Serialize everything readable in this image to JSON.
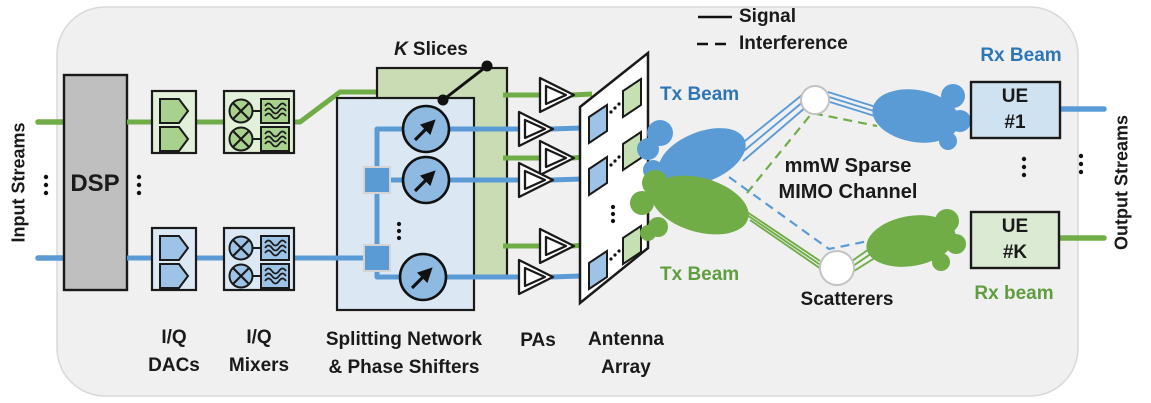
{
  "figure": {
    "legend": {
      "signal_label": "Signal",
      "interference_label": "Interference"
    },
    "left_chain": {
      "input_streams_label": "Input Streams",
      "dsp_label": "DSP",
      "iq_dacs_line1": "I/Q",
      "iq_dacs_line2": "DACs",
      "iq_mixers_line1": "I/Q",
      "iq_mixers_line2": "Mixers"
    },
    "transmitter": {
      "k_slices_k": "K",
      "k_slices_suffix": "Slices",
      "splitting_line1": "Splitting Network",
      "splitting_line2": "& Phase Shifters",
      "pas_label": "PAs",
      "antenna_line1": "Antenna",
      "antenna_line2": "Array",
      "tx_beam_top_label": "Tx Beam",
      "tx_beam_bottom_label": "Tx Beam"
    },
    "channel": {
      "name_line1": "mmW Sparse",
      "name_line2": "MIMO Channel",
      "scatterers_label": "Scatterers"
    },
    "receiver": {
      "rx_beam_top_label": "Rx Beam",
      "rx_beam_bottom_label": "Rx beam",
      "ue1_line1": "UE",
      "ue1_line2": "#1",
      "uek_line1": "UE",
      "uek_line2": "#K",
      "output_streams_label": "Output Streams"
    },
    "icons": {
      "dac": "pentagon-right-icon",
      "mixer": "circle-x-icon",
      "filter": "wavy-lines-icon",
      "phase_shifter": "circle-arrow-icon",
      "pa": "triangle-right-icon",
      "slice_switch": "switch-line-dots-icon",
      "scatterer": "white-circle-icon"
    },
    "colors": {
      "green_line": "#70AD47",
      "blue_line": "#5B9BD5",
      "green_light_fill": "#E2EFD9",
      "green_mid_fill": "#A9D18E",
      "green_slice_fill": "#C9DCB4",
      "green_element_fill": "#C6E0B4",
      "blue_light_fill": "#DCE9F5",
      "blue_mid_fill": "#9DC3E6",
      "phase_shifter_fill": "#8EB9E0",
      "dsp_gray": "#BFBFBF",
      "ue1_fill": "#CFE2F2",
      "uek_fill": "#DAEAD3",
      "text_blue": "#2E75B6",
      "text_green": "#5F9E3E",
      "container_fill": "#F0F0F1",
      "container_border": "#D9D9DC"
    }
  }
}
